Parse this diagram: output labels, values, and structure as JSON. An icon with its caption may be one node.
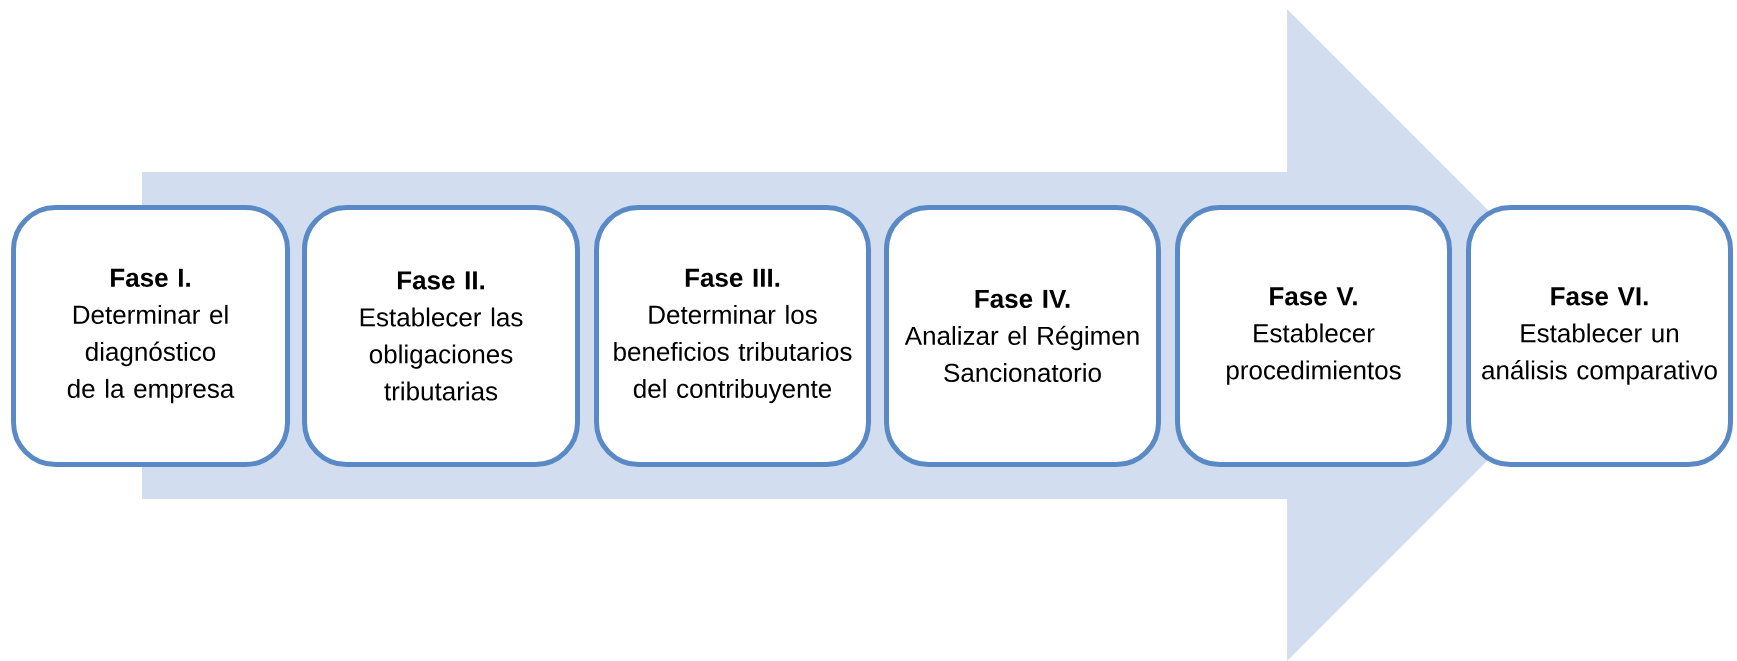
{
  "diagram": {
    "nodes": [
      {
        "text": [
          "Fase I.",
          "Determinar el diagnóstico de la empresa"
        ]
      },
      {
        "text": [
          "Fase II.",
          "Establecer las obligaciones tributarias"
        ]
      },
      {
        "text": [
          "Fase III.",
          "Determinar los beneficios tributarios del contribuyente"
        ]
      },
      {
        "text": [
          "Fase IV.",
          "Analizar el Régimen Sancionatorio"
        ]
      },
      {
        "text": [
          "Fase V.",
          "Establecer procedimientos"
        ]
      },
      {
        "text": [
          "Fase VI.",
          "Establecer un análisis comparativo"
        ]
      }
    ]
  }
}
